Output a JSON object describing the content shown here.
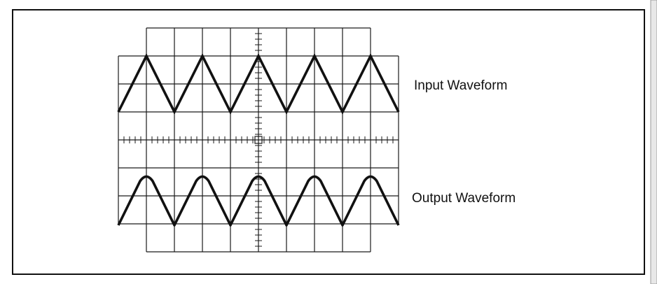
{
  "labels": {
    "input": "Input Waveform",
    "output": "Output Waveform"
  },
  "colors": {
    "ink": "#111111",
    "background": "#ffffff"
  },
  "waveforms": {
    "input": {
      "shape": "triangle",
      "cycles": 5,
      "peaks": "sharp"
    },
    "output": {
      "shape": "triangle",
      "cycles": 5,
      "peaks": "rounded"
    }
  }
}
